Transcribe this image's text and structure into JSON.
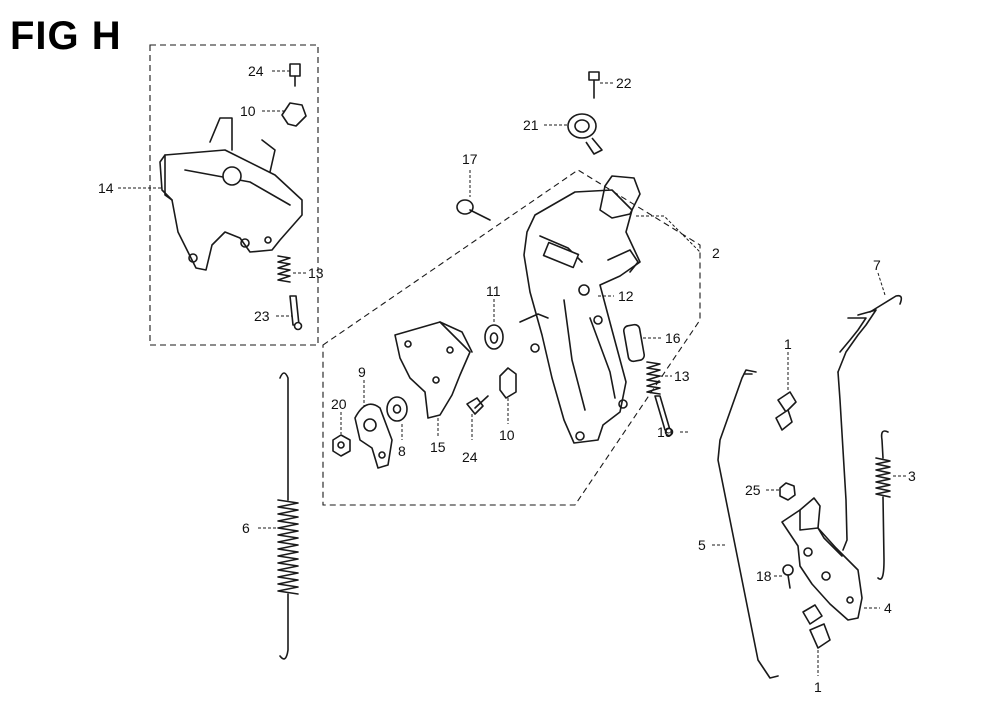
{
  "figure": {
    "title": "FIG H"
  },
  "callouts": {
    "c24a": "24",
    "c10a": "10",
    "c14": "14",
    "c13a": "13",
    "c23": "23",
    "c22": "22",
    "c21": "21",
    "c17": "17",
    "c2": "2",
    "c12": "12",
    "c11": "11",
    "c16": "16",
    "c13b": "13",
    "c9": "9",
    "c20": "20",
    "c8": "8",
    "c15": "15",
    "c24b": "24",
    "c10b": "10",
    "c19": "19",
    "c7": "7",
    "c1a": "1",
    "c25": "25",
    "c3": "3",
    "c5": "5",
    "c18": "18",
    "c4": "4",
    "c1b": "1",
    "c6": "6"
  }
}
